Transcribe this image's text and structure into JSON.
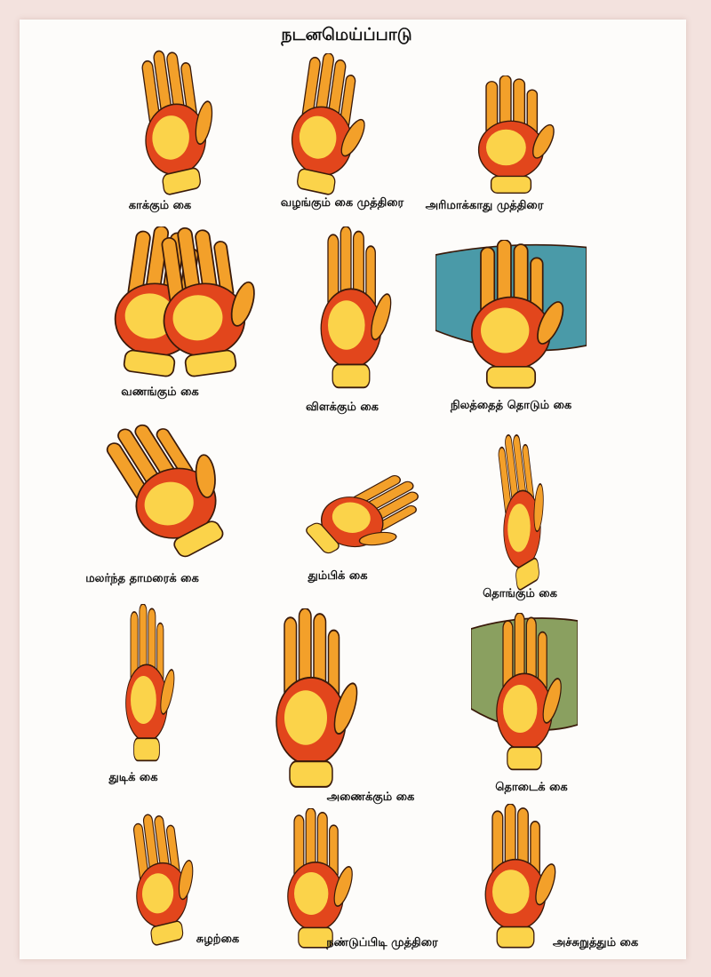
{
  "title": "நடனமெய்ப்பாடு",
  "gestures": [
    {
      "label": "காக்கும் கை"
    },
    {
      "label": "வழங்கும் கை முத்திரை"
    },
    {
      "label": "அரிமாக்காது முத்திரை"
    },
    {
      "label": "வணங்கும் கை"
    },
    {
      "label": "விளக்கும் கை"
    },
    {
      "label": "நிலத்தைத் தொடும் கை"
    },
    {
      "label": "மலர்ந்த தாமரைக் கை"
    },
    {
      "label": "தும்பிக் கை"
    },
    {
      "label": "தொங்கும் கை"
    },
    {
      "label": "துடிக் கை"
    },
    {
      "label": "அணைக்கும் கை"
    },
    {
      "label": "தொடைக் கை"
    },
    {
      "label": "சுழற்கை"
    },
    {
      "label": "நண்டுப்பிடி முத்திரை"
    },
    {
      "label": "அச்சுறுத்தும் கை"
    }
  ],
  "colors": {
    "skin_light": "#fbd34a",
    "skin_mid": "#f3a02a",
    "skin_dark": "#e2461c",
    "outline": "#3a1a0a",
    "cloth": "#4a9aa8",
    "cloth2": "#8aa060"
  }
}
